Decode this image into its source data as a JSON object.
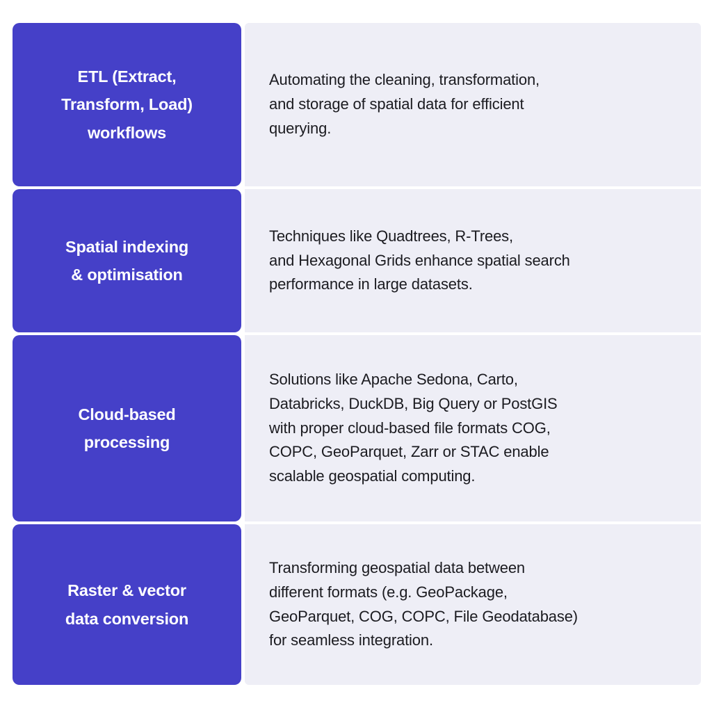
{
  "theme": {
    "accent_color": "#4540c8",
    "panel_color": "#eeeef6",
    "label_text_color": "#ffffff",
    "body_text_color": "#1b1b20",
    "page_background": "#ffffff"
  },
  "table": {
    "rows": [
      {
        "label": "ETL (Extract,\nTransform, Load)\nworkflows",
        "description": "Automating the cleaning, transformation,\nand storage of spatial data for efficient\nquerying."
      },
      {
        "label": "Spatial indexing\n& optimisation",
        "description": "Techniques like Quadtrees, R-Trees,\nand Hexagonal Grids enhance spatial search\nperformance in large datasets."
      },
      {
        "label": "Cloud-based\nprocessing",
        "description": "Solutions like Apache Sedona, Carto,\nDatabricks, DuckDB, Big Query or PostGIS\nwith proper cloud-based file formats COG,\nCOPC, GeoParquet, Zarr or STAC enable\nscalable geospatial computing."
      },
      {
        "label": "Raster & vector\ndata conversion",
        "description": "Transforming geospatial data between\ndifferent formats (e.g. GeoPackage,\nGeoParquet, COG, COPC, File Geodatabase)\nfor seamless integration."
      }
    ]
  }
}
